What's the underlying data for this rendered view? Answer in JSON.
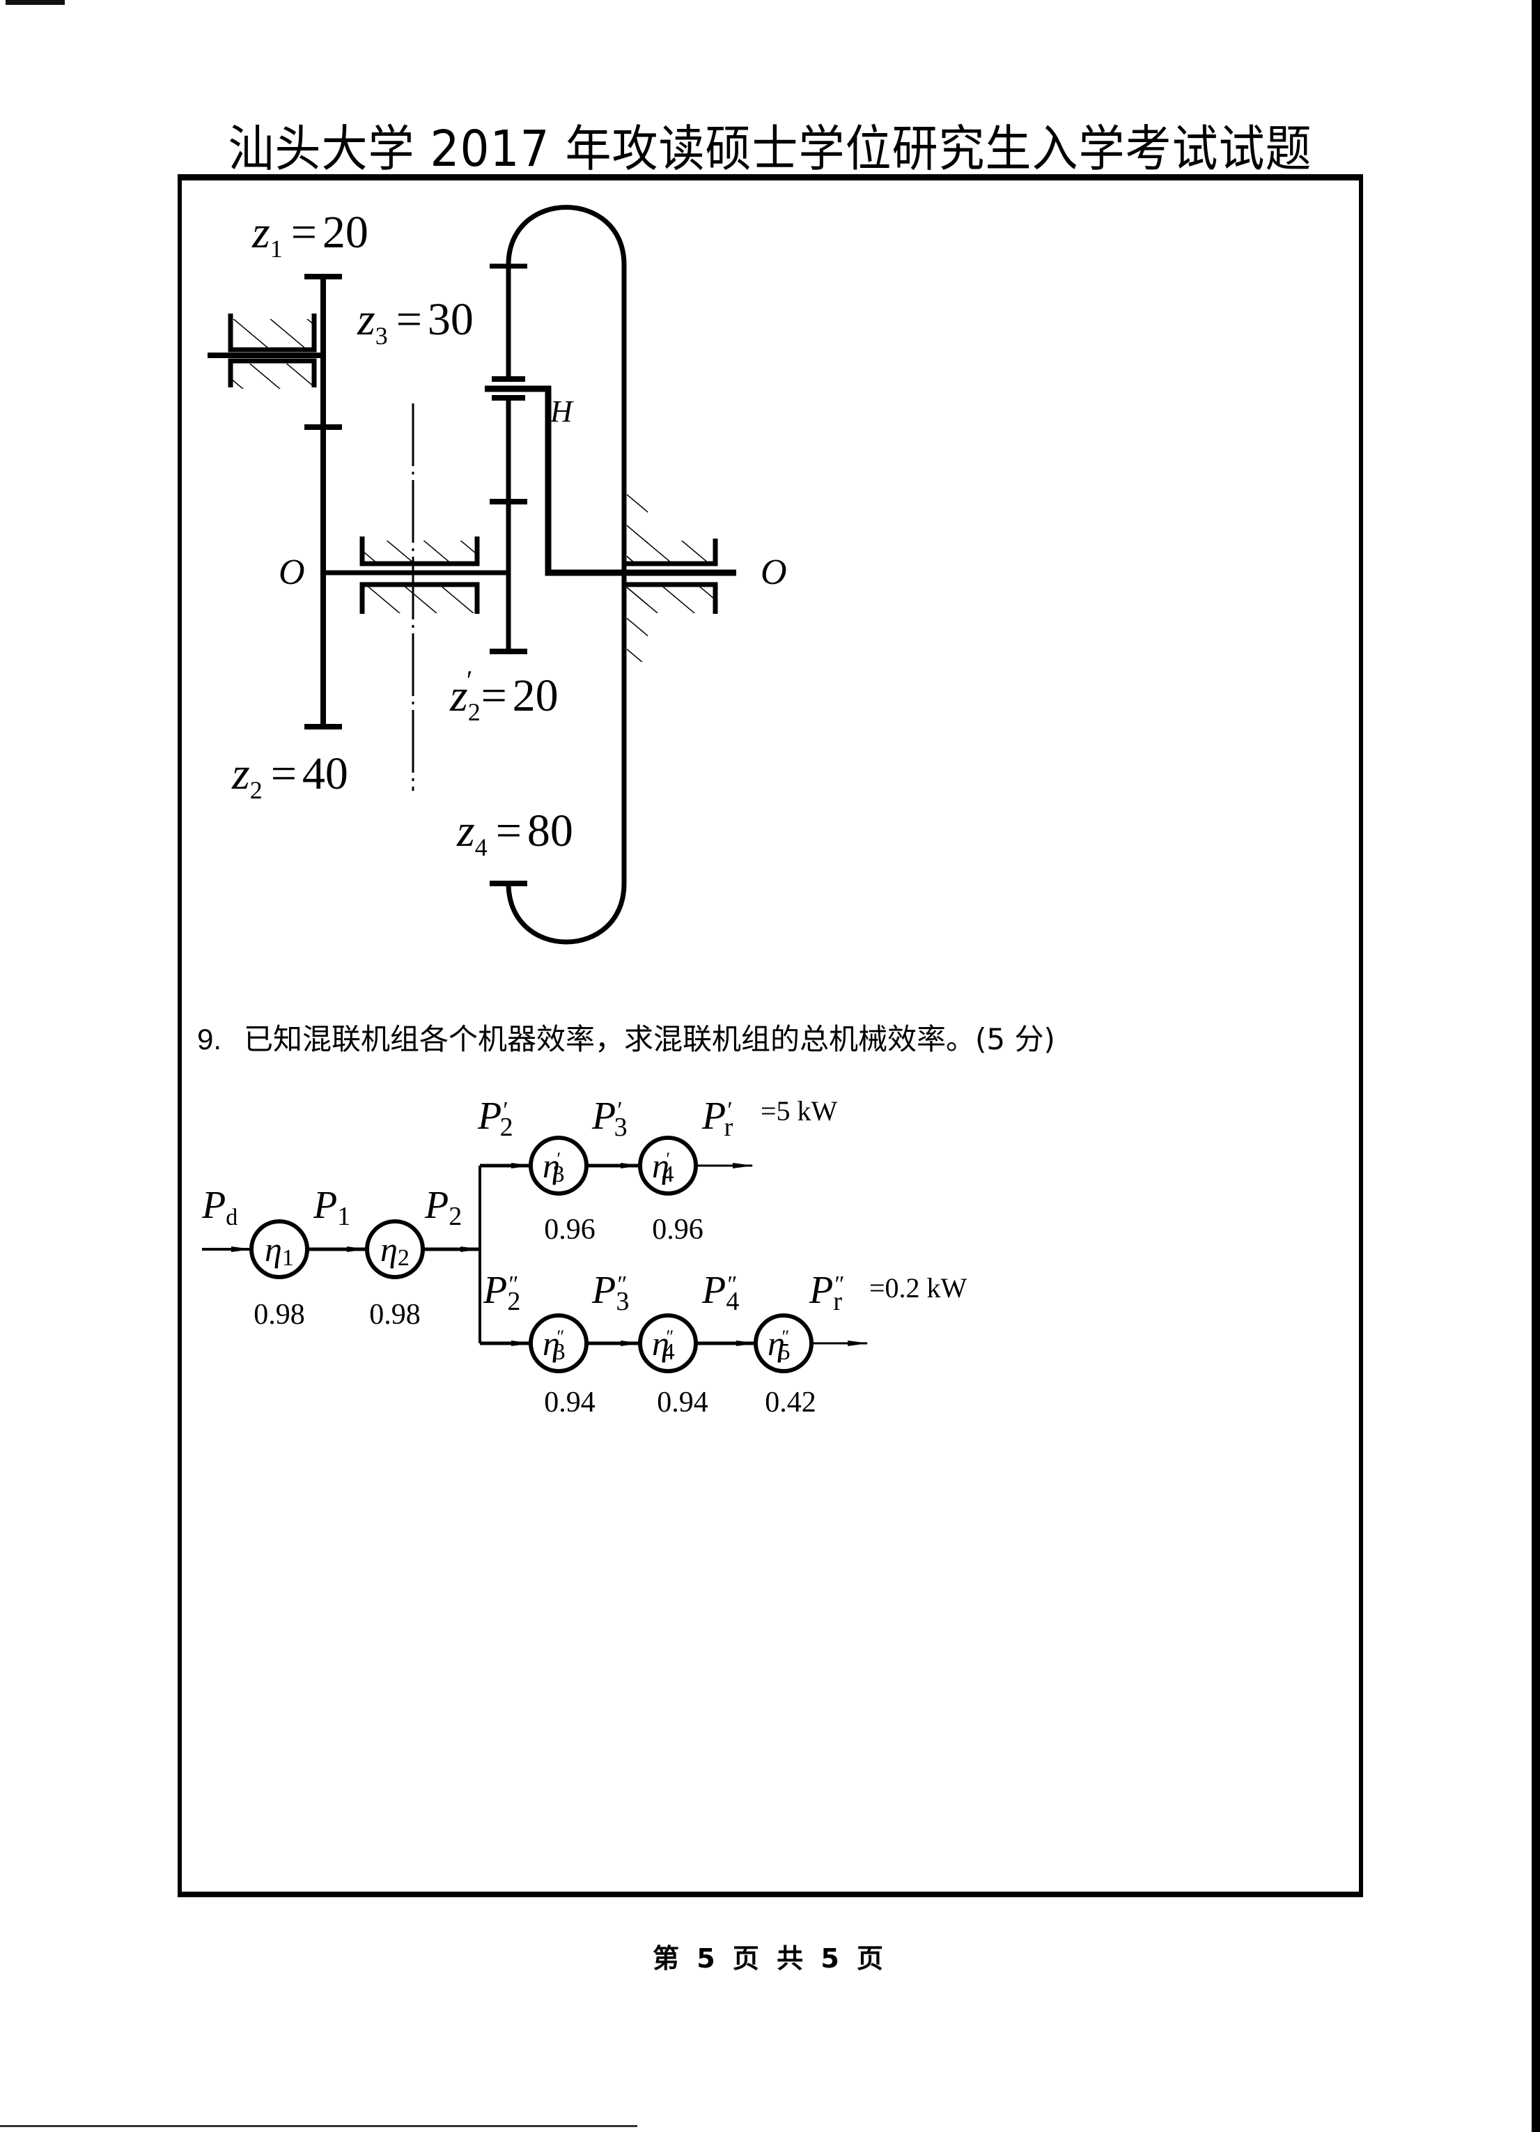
{
  "header": {
    "title": "汕头大学 2017 年攻读硕士学位研究生入学考试试题"
  },
  "gear_diagram": {
    "labels": {
      "z1": {
        "var": "z",
        "sub": "1",
        "prime": "",
        "value": "20"
      },
      "z3": {
        "var": "z",
        "sub": "3",
        "prime": "",
        "value": "30"
      },
      "z2p": {
        "var": "z",
        "sub": "2",
        "prime": "′",
        "value": "20"
      },
      "z2": {
        "var": "z",
        "sub": "2",
        "prime": "",
        "value": "40"
      },
      "z4": {
        "var": "z",
        "sub": "4",
        "prime": "",
        "value": "80"
      }
    },
    "carrier_label": "H",
    "axis_label_left": "O",
    "axis_label_right": "O",
    "equals": "="
  },
  "question9": {
    "number": "9.",
    "text": "已知混联机组各个机器效率，求混联机组的总机械效率。(5 分)"
  },
  "efficiency_diagram": {
    "symbol": "η",
    "power_symbol": "P",
    "main_chain": {
      "input_label": {
        "sub": "d",
        "prime": ""
      },
      "machines": [
        {
          "sub": "1",
          "prime": "",
          "efficiency": "0.98"
        },
        {
          "sub": "2",
          "prime": "",
          "efficiency": "0.98"
        }
      ],
      "power_labels": [
        {
          "sub": "1",
          "prime": ""
        },
        {
          "sub": "2",
          "prime": ""
        }
      ]
    },
    "branch_upper": {
      "power_labels": [
        {
          "sub": "2",
          "prime": "′"
        },
        {
          "sub": "3",
          "prime": "′"
        },
        {
          "sub": "r",
          "prime": "′"
        }
      ],
      "machines": [
        {
          "sub": "3",
          "prime": "′",
          "efficiency": "0.96"
        },
        {
          "sub": "4",
          "prime": "′",
          "efficiency": "0.96"
        }
      ],
      "output_value": "=5 kW"
    },
    "branch_lower": {
      "power_labels": [
        {
          "sub": "2",
          "prime": "″"
        },
        {
          "sub": "3",
          "prime": "″"
        },
        {
          "sub": "4",
          "prime": "″"
        },
        {
          "sub": "r",
          "prime": "″"
        }
      ],
      "machines": [
        {
          "sub": "3",
          "prime": "″",
          "efficiency": "0.94"
        },
        {
          "sub": "4",
          "prime": "″",
          "efficiency": "0.94"
        },
        {
          "sub": "5",
          "prime": "″",
          "efficiency": "0.42"
        }
      ],
      "output_value": "=0.2 kW"
    }
  },
  "footer": {
    "page_label": "第 5 页 共 5 页"
  }
}
